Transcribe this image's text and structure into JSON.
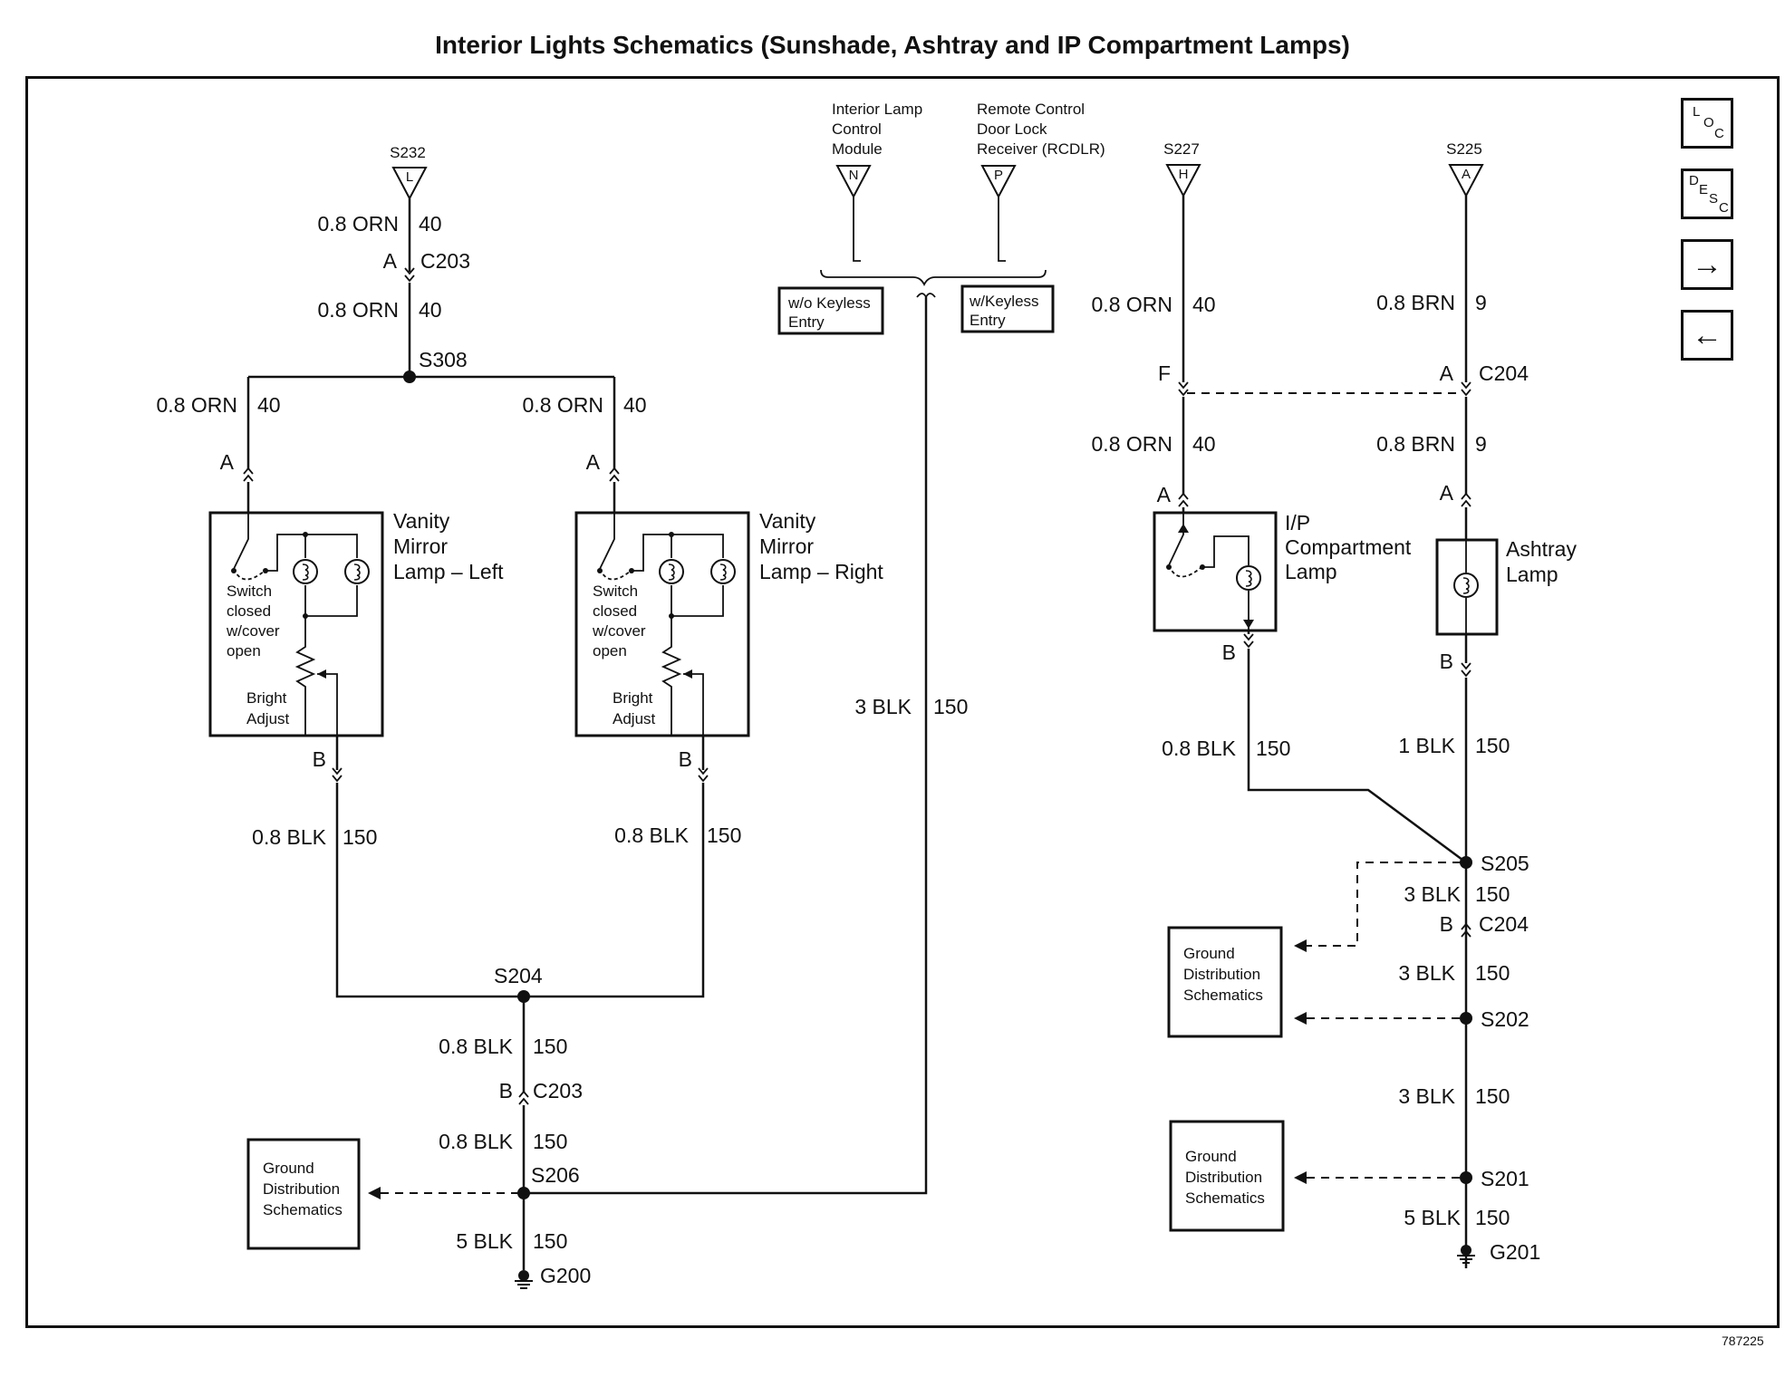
{
  "title": "Interior Lights Schematics (Sunshade, Ashtray and IP Compartment Lamps)",
  "doc_id": "787225",
  "nav": {
    "loc": [
      "L",
      "O",
      "C"
    ],
    "desc": [
      "D",
      "E",
      "S",
      "C"
    ],
    "next": "→",
    "prev": "←"
  },
  "splices": {
    "s232": "S232",
    "s232_pin": "L",
    "s227": "S227",
    "s227_pin": "H",
    "s225": "S225",
    "s225_pin": "A",
    "s308": "S308",
    "s204": "S204",
    "s206": "S206",
    "s205": "S205",
    "s202": "S202",
    "s201": "S201"
  },
  "modules": {
    "ilcm_l1": "Interior Lamp",
    "ilcm_l2": "Control",
    "ilcm_l3": "Module",
    "ilcm_pin": "N",
    "rcdlr_l1": "Remote Control",
    "rcdlr_l2": "Door Lock",
    "rcdlr_l3": "Receiver (RCDLR)",
    "rcdlr_pin": "P"
  },
  "options": {
    "wo_l1": "w/o Keyless",
    "wo_l2": "Entry",
    "w_l1": "w/Keyless",
    "w_l2": "Entry"
  },
  "wires": {
    "orn": "0.8 ORN",
    "brn": "0.8 BRN",
    "blk08": "0.8 BLK",
    "blk1": "1 BLK",
    "blk3": "3 BLK",
    "blk5": "5 BLK",
    "c40": "40",
    "c9": "9",
    "c150": "150"
  },
  "connectors": {
    "c203": "C203",
    "c204": "C204",
    "pA": "A",
    "pB": "B",
    "pF": "F"
  },
  "components": {
    "vml_l1": "Vanity",
    "vml_l2": "Mirror",
    "vml_l3": "Lamp – Left",
    "vmr_l1": "Vanity",
    "vmr_l2": "Mirror",
    "vmr_l3": "Lamp – Right",
    "ip_l1": "I/P",
    "ip_l2": "Compartment",
    "ip_l3": "Lamp",
    "ash_l1": "Ashtray",
    "ash_l2": "Lamp",
    "sw_l1": "Switch",
    "sw_l2": "closed",
    "sw_l3": "w/cover",
    "sw_l4": "open",
    "br_l1": "Bright",
    "br_l2": "Adjust"
  },
  "grounds": {
    "g200": "G200",
    "g201": "G201"
  },
  "refs": {
    "gd_l1": "Ground",
    "gd_l2": "Distribution",
    "gd_l3": "Schematics"
  }
}
